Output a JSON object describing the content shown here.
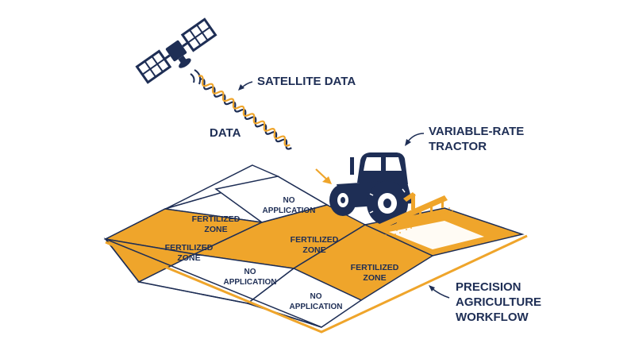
{
  "colors": {
    "navy": "#1e2e55",
    "orange": "#efa52b",
    "ground": "#ffffff"
  },
  "labels": {
    "satellite_data": "SATELLITE DATA",
    "data": "DATA",
    "tractor_line1": "VARIABLE-RATE",
    "tractor_line2": "TRACTOR",
    "workflow_line1": "PRECISION",
    "workflow_line2": "AGRICULTURE",
    "workflow_line3": "WORKFLOW"
  },
  "zones": {
    "fertilized_line1": "FERTILIZED",
    "fertilized_line2": "ZONE",
    "no_app_line1": "NO",
    "no_app_line2": "APPLICATION"
  },
  "icons": [
    "satellite-icon",
    "signal-wave-icon",
    "tractor-icon",
    "sprayer-boom-icon"
  ]
}
